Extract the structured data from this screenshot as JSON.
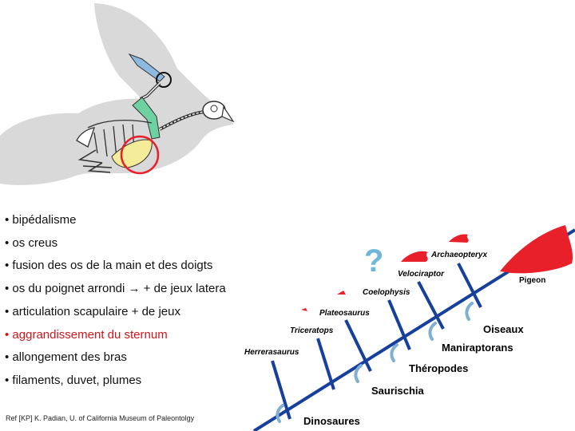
{
  "traits": [
    {
      "text": "• bipédalisme",
      "highlight": false
    },
    {
      "text": "• os creus",
      "highlight": false
    },
    {
      "text": "• fusion des os de la main et des doigts",
      "highlight": false
    },
    {
      "text": "• os du poignet arrondi → + de jeux latera",
      "highlight": false
    },
    {
      "text": "• articulation scapulaire + de jeux",
      "highlight": false
    },
    {
      "text": "• aggrandissement du sternum",
      "highlight": true
    },
    {
      "text": "• allongement des bras",
      "highlight": false
    },
    {
      "text": "• filaments, duvet, plumes",
      "highlight": false
    }
  ],
  "reference": "Ref [KP] K. Padian, U. of California Museum of Paleontolgy",
  "taxa": [
    "Herrerasaurus",
    "Triceratops",
    "Plateosaurus",
    "Coelophysis",
    "Velociraptor",
    "Archaeopteryx",
    "Pigeon"
  ],
  "clades": [
    "Dinosaures",
    "Saurischia",
    "Théropodes",
    "Maniraptorans",
    "Oiseaux"
  ],
  "question_mark": "?",
  "colors": {
    "branch": "#16409c",
    "node_arc": "#7fb0d2",
    "sternum_red": "#e8202a",
    "silhouette": "#d9d9d9",
    "highlight_text": "#d0161b"
  }
}
